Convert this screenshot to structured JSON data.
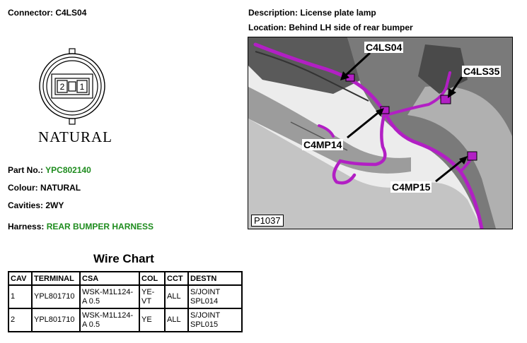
{
  "connector": {
    "label": "Connector:",
    "value": "C4LS04"
  },
  "description": {
    "label": "Description:",
    "value": "License plate lamp"
  },
  "location": {
    "label": "Location:",
    "value": "Behind LH side of rear bumper"
  },
  "connector_face": {
    "pins": [
      "2",
      "1"
    ],
    "colour_caption": "NATURAL"
  },
  "part_no": {
    "label": "Part No.:",
    "value": "YPC802140"
  },
  "colour": {
    "label": "Colour:",
    "value": "NATURAL"
  },
  "cavities": {
    "label": "Cavities:",
    "value": "2WY"
  },
  "harness": {
    "label": "Harness:",
    "value": "REAR BUMPER HARNESS"
  },
  "accent_color": "#1e8c1e",
  "harness_color": "#b21fc4",
  "diagram": {
    "callouts": [
      "C4LS04",
      "C4LS35",
      "C4MP14",
      "C4MP15"
    ],
    "picture_code": "P1037"
  },
  "wire_chart": {
    "title": "Wire Chart",
    "headers": [
      "CAV",
      "TERMINAL",
      "CSA",
      "COL",
      "CCT",
      "DESTN"
    ],
    "rows": [
      {
        "cav": "1",
        "terminal": "YPL801710",
        "csa": "WSK-M1L124-A 0.5",
        "col": "YE-VT",
        "cct": "ALL",
        "destn": "S/JOINT SPL014"
      },
      {
        "cav": "2",
        "terminal": "YPL801710",
        "csa": "WSK-M1L124-A 0.5",
        "col": "YE",
        "cct": "ALL",
        "destn": "S/JOINT SPL015"
      }
    ]
  }
}
